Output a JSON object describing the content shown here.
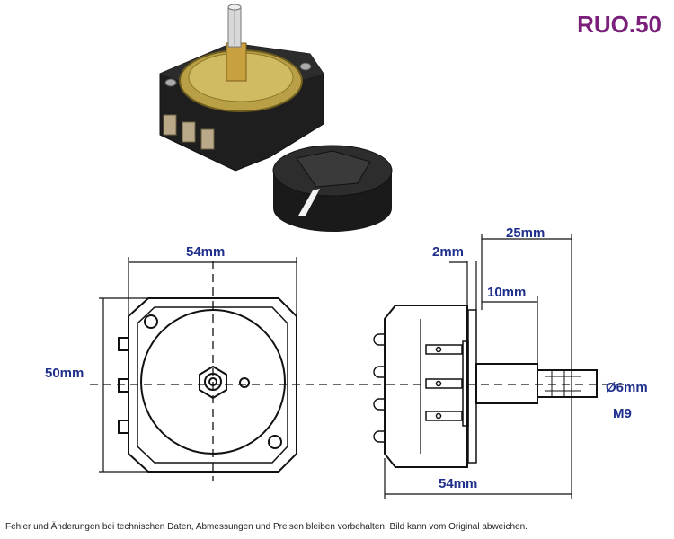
{
  "product": {
    "model": "RUO.50"
  },
  "dimensions": {
    "front_width": "54mm",
    "front_height": "50mm",
    "side_depth": "54mm",
    "shaft_total": "25mm",
    "flange": "2mm",
    "shaft_flat": "10mm",
    "shaft_diameter": "Ø6mm",
    "thread": "M9"
  },
  "footer": {
    "disclaimer": "Fehler und Änderungen bei technischen Daten, Abmessungen und Preisen bleiben vorbehalten. Bild kann vom Original abweichen."
  }
}
